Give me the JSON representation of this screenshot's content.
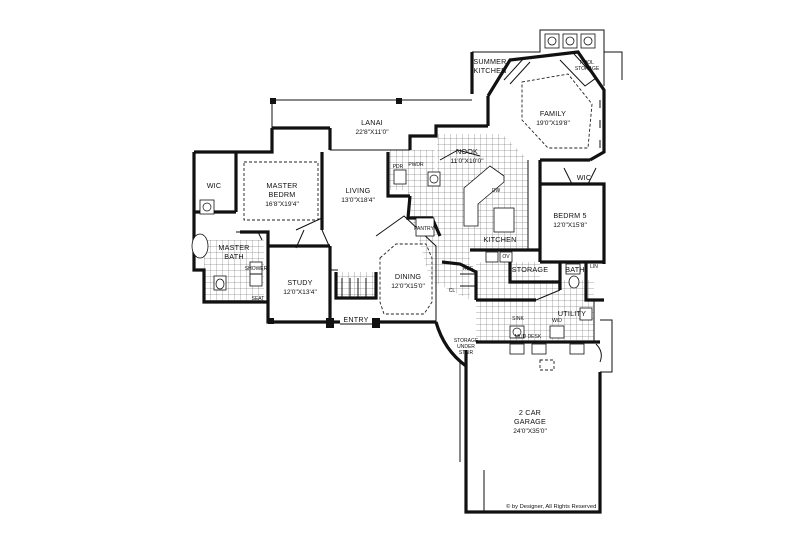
{
  "rooms": {
    "summer_kitchen": {
      "name": "SUMMER",
      "name2": "KITCHEN"
    },
    "pool_storage": {
      "name": "POOL",
      "name2": "STORAGE"
    },
    "family": {
      "name": "FAMILY",
      "dims": "19'0\"X19'8\""
    },
    "lanai": {
      "name": "LANAI",
      "dims": "22'8\"X11'0\""
    },
    "nook": {
      "name": "NOOK",
      "dims": "11'0\"X10'0\""
    },
    "wic_master": {
      "name": "WIC"
    },
    "wic_bed5": {
      "name": "WIC"
    },
    "master_bedrm": {
      "name": "MASTER",
      "name2": "BEDRM",
      "dims": "16'8\"X19'4\""
    },
    "living": {
      "name": "LIVING",
      "dims": "13'0\"X18'4\""
    },
    "bedrm5": {
      "name": "BEDRM 5",
      "dims": "12'0\"X15'8\""
    },
    "kitchen": {
      "name": "KITCHEN"
    },
    "master_bath": {
      "name": "MASTER",
      "name2": "BATH"
    },
    "study": {
      "name": "STUDY",
      "dims": "12'0\"X13'4\""
    },
    "dining": {
      "name": "DINING",
      "dims": "12'0\"X15'0\""
    },
    "storage": {
      "name": "STORAGE"
    },
    "bath": {
      "name": "BATH"
    },
    "utility": {
      "name": "UTILITY"
    },
    "entry": {
      "name": "ENTRY"
    },
    "storage_under_stair": {
      "name": "STORAGE",
      "name2": "UNDER",
      "name3": "STAIR"
    },
    "garage": {
      "name": "2 CAR",
      "name2": "GARAGE",
      "dims": "24'0\"X35'0\""
    }
  },
  "small_labels": {
    "pwdr": "PWDR",
    "pdr": "PDR",
    "shower": "SHOWER",
    "seat": "SEAT",
    "pantry": "PANTRY",
    "ov": "OV",
    "dw": "DW",
    "ref": "REF",
    "sink": "SINK",
    "wd": "W/D",
    "mud_desk": "MUD DESK",
    "lin": "LIN",
    "closet": "CL"
  },
  "copyright": "© by Designer, All Rights Reserved",
  "colors": {
    "ink": "#111111",
    "background": "#ffffff"
  }
}
